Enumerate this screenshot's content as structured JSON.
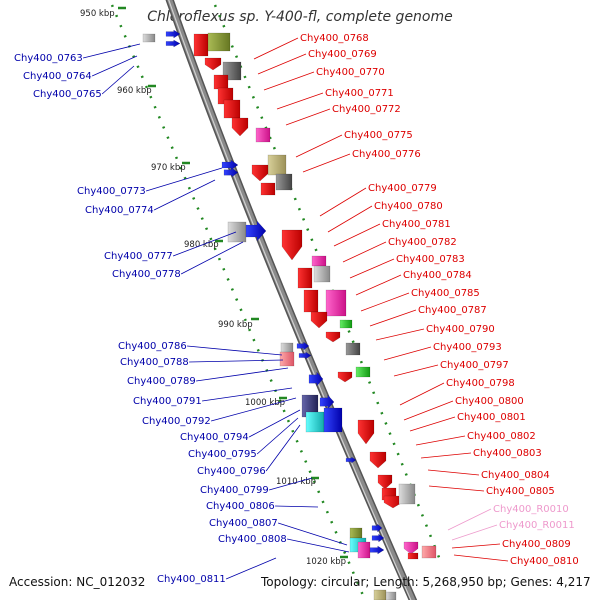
{
  "title": "Chloroflexus sp. Y-400-fl, complete genome",
  "footer": {
    "accession": "Accession: NC_012032",
    "topology": "Topology: circular; Length: 5,268,950 bp; Genes: 4,217"
  },
  "ruler_ticks": [
    "950 kbp",
    "960 kbp",
    "970 kbp",
    "980 kbp",
    "990 kbp",
    "1000 kbp",
    "1010 kbp",
    "1020 kbp"
  ],
  "left_labels": [
    "Chy400_0763",
    "Chy400_0764",
    "Chy400_0765",
    "Chy400_0773",
    "Chy400_0774",
    "Chy400_0777",
    "Chy400_0778",
    "Chy400_0786",
    "Chy400_0788",
    "Chy400_0789",
    "Chy400_0791",
    "Chy400_0792",
    "Chy400_0794",
    "Chy400_0795",
    "Chy400_0796",
    "Chy400_0799",
    "Chy400_0806",
    "Chy400_0807",
    "Chy400_0808",
    "Chy400_0811"
  ],
  "right_labels": [
    "Chy400_0768",
    "Chy400_0769",
    "Chy400_0770",
    "Chy400_0771",
    "Chy400_0772",
    "Chy400_0775",
    "Chy400_0776",
    "Chy400_0779",
    "Chy400_0780",
    "Chy400_0781",
    "Chy400_0782",
    "Chy400_0783",
    "Chy400_0784",
    "Chy400_0785",
    "Chy400_0787",
    "Chy400_0790",
    "Chy400_0793",
    "Chy400_0797",
    "Chy400_0798",
    "Chy400_0800",
    "Chy400_0801",
    "Chy400_0802",
    "Chy400_0803",
    "Chy400_0804",
    "Chy400_0805",
    "Chy400_R0010",
    "Chy400_R0011",
    "Chy400_0809",
    "Chy400_0810"
  ],
  "colors": {
    "backbone": "#8a8a8a",
    "left_label": "#0000aa",
    "right_label": "#dd0000",
    "rna_label": "#ee99cc",
    "ruler": "#228822",
    "forward_gene": "#ee0000",
    "reverse_gene": "#0000ee"
  }
}
